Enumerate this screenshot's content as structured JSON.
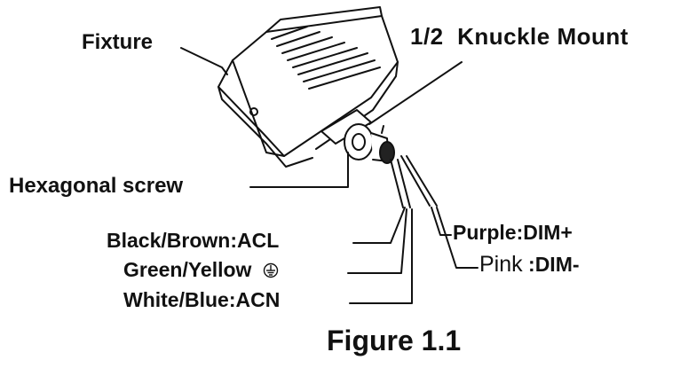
{
  "labels": {
    "fixture": "Fixture",
    "knuckle_mount": "1/2  Knuckle Mount",
    "hexagonal_screw": "Hexagonal screw",
    "black_brown": "Black/Brown:ACL",
    "green_yellow": "Green/Yellow",
    "white_blue": "White/Blue:ACN",
    "purple": "Purple:DIM+",
    "pink_name": "Pink",
    "pink_value": " :DIM-"
  },
  "caption": "Figure 1.1",
  "icons": {
    "ground": "protective-earth-icon"
  },
  "colors": {
    "line": "#111111",
    "background": "#ffffff"
  }
}
